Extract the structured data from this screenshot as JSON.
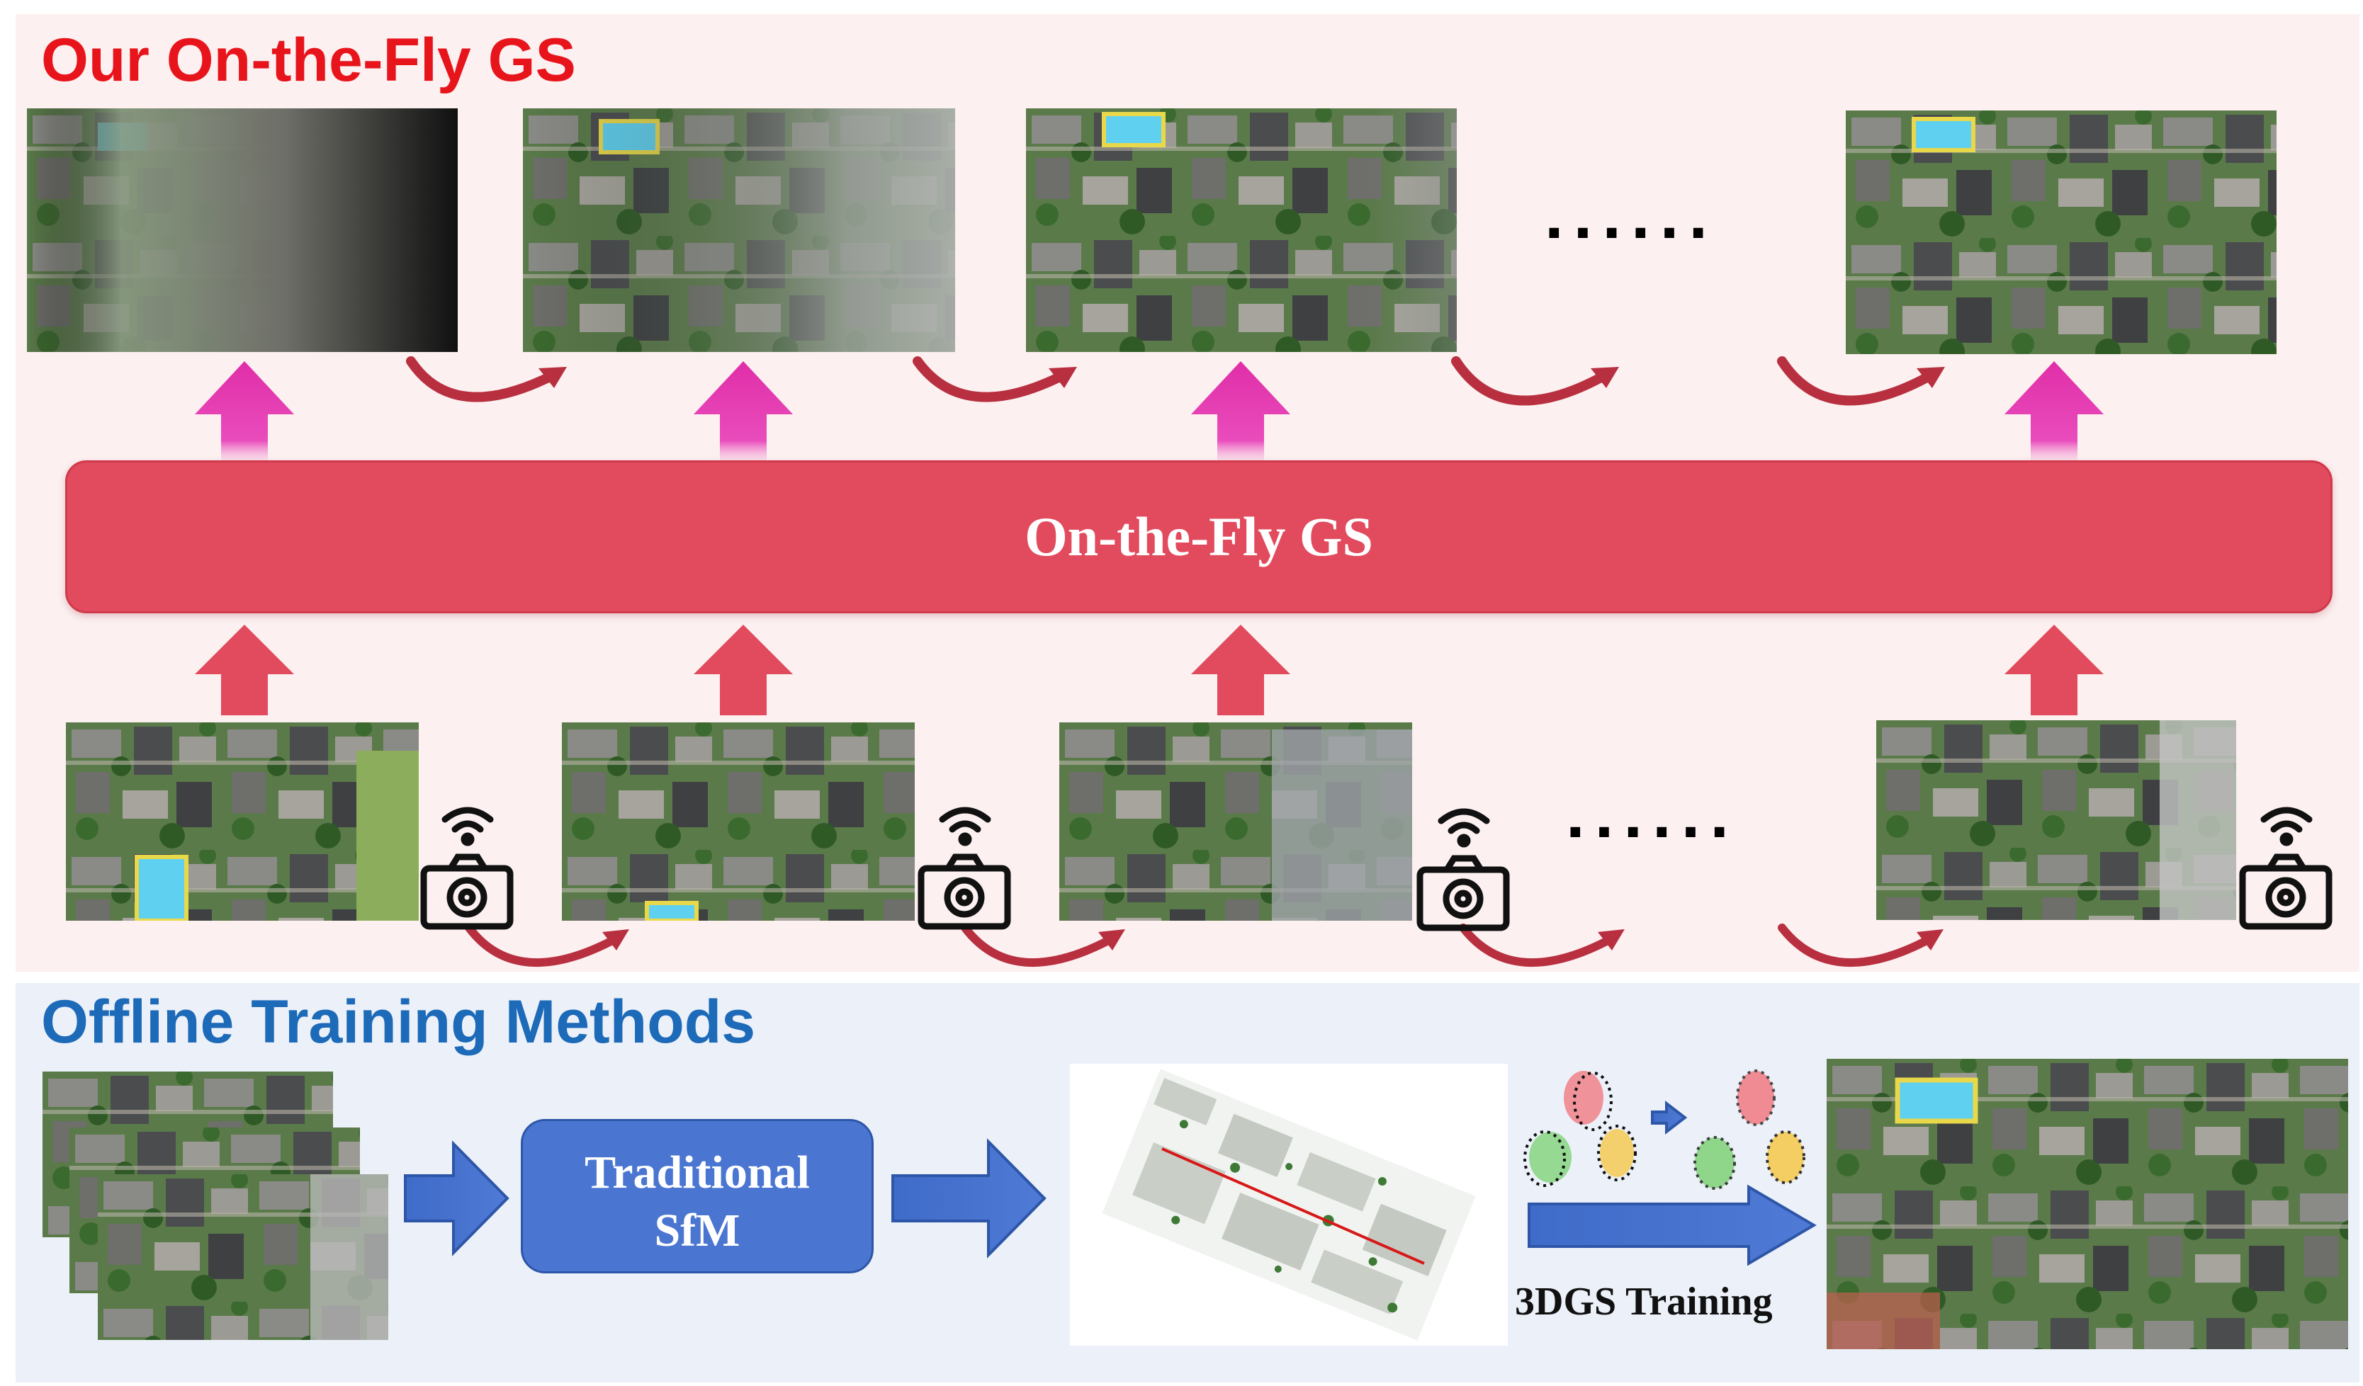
{
  "top_section": {
    "title": "Our On-the-Fly GS",
    "bar_label": "On-the-Fly GS",
    "ellipsis": "......",
    "render_frames": [
      "render-frame-1",
      "render-frame-2",
      "render-frame-3",
      "render-frame-4"
    ],
    "input_frames": [
      "input-image-1",
      "input-image-2",
      "input-image-3",
      "input-image-4"
    ]
  },
  "bottom_section": {
    "title": "Offline Training Methods",
    "sfm_line1": "Traditional",
    "sfm_line2": "SfM",
    "training_label": "3DGS Training"
  },
  "colors": {
    "top_title": "#e8141c",
    "bottom_title": "#1c6ab8",
    "bar": "#e24b5e",
    "up_arrow": "#e24b5e",
    "output_arrow": "#e33cb0",
    "curve_arrow": "#b83040",
    "blue_arrow": "#3f6cc8",
    "sfm_box": "#4a76d2"
  },
  "icons": [
    "camera-icon",
    "wifi-icon"
  ]
}
